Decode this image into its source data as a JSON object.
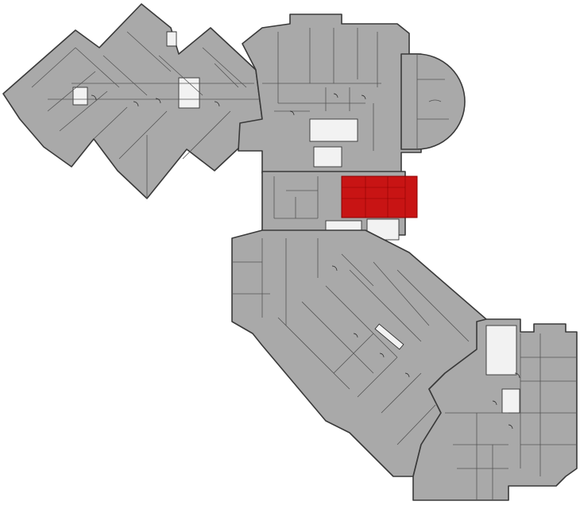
{
  "plan": {
    "background_color": "#ffffff",
    "floor_color": "#a9a9a9",
    "wall_color": "#3a3a3a",
    "core_color": "#f2f2f2",
    "highlight_color": "#c81414",
    "highlight_unit": "selected-apartment",
    "wings": [
      "diamond-wing",
      "central-block",
      "arched-wing",
      "middle-block",
      "diagonal-wing",
      "south-east-block"
    ]
  }
}
